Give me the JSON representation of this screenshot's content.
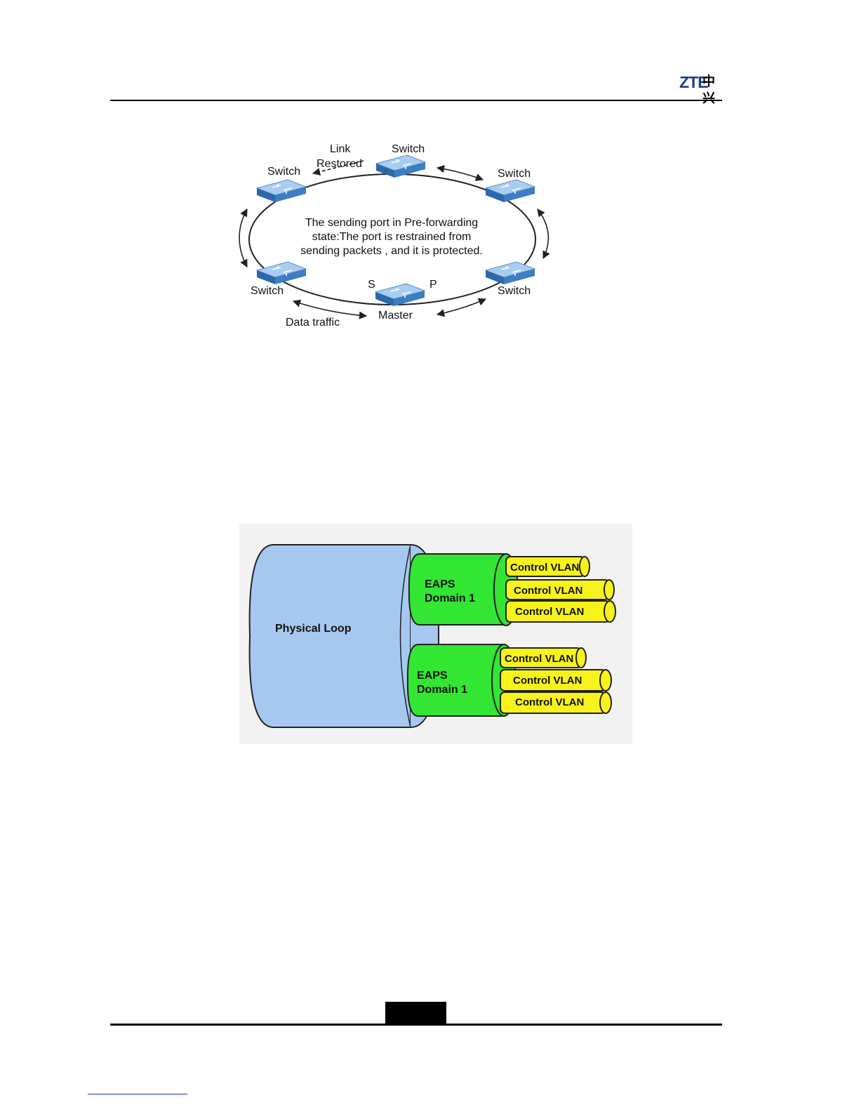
{
  "header": {
    "logo_latin": "ZTE",
    "logo_cjk": "中兴"
  },
  "ring_diagram": {
    "link_label": "Link",
    "restored_label": "Restored",
    "switch_top": "Switch",
    "switch_top_left": "Switch",
    "switch_top_right": "Switch",
    "switch_bottom_left": "Switch",
    "switch_bottom_right": "Switch",
    "master": "Master",
    "secondary_port": "S",
    "primary_port": "P",
    "data_traffic": "Data traffic",
    "note_line1": "The sending port in Pre-forwarding",
    "note_line2": "state:The port is restrained from",
    "note_line3": "sending packets , and it is protected.",
    "colors": {
      "switch_top": "#9cc3ea",
      "switch_side": "#2f6fb8",
      "ring": "#222222"
    }
  },
  "vlan_diagram": {
    "physical_loop": "Physical Loop",
    "domains": [
      {
        "line1": "EAPS",
        "line2": "Domain 1",
        "vlans": [
          "Control VLAN",
          "Control VLAN",
          "Control VLAN"
        ]
      },
      {
        "line1": "EAPS",
        "line2": "Domain 1",
        "vlans": [
          "Control VLAN",
          "Control VLAN",
          "Control VLAN"
        ]
      }
    ],
    "colors": {
      "loop": "#a6c8f0",
      "domain": "#33e633",
      "vlan": "#f7f21a",
      "background": "#f2f2f2"
    }
  }
}
